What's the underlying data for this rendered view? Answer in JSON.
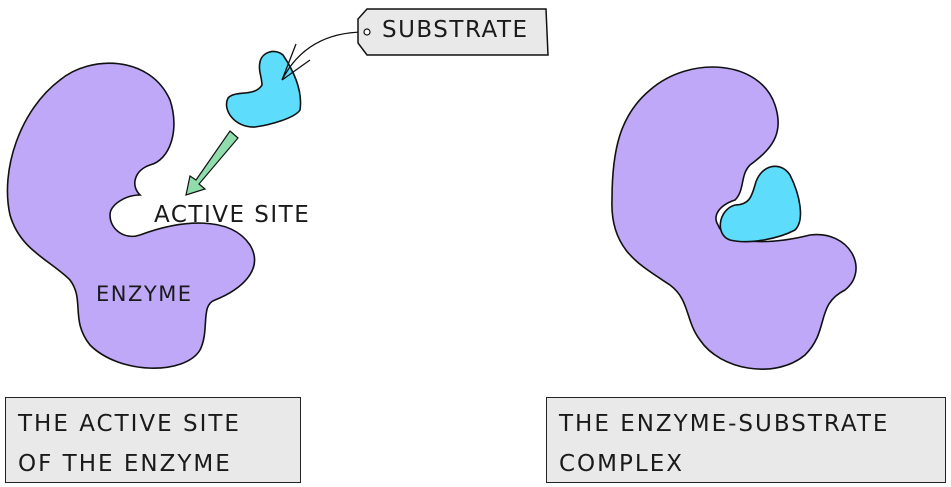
{
  "labels": {
    "substrate": "SUBSTRATE",
    "active_site": "ACTIVE SITE",
    "enzyme": "ENZYME"
  },
  "captions": {
    "left": [
      "THE ACTIVE SITE",
      "OF THE ENZYME"
    ],
    "right": [
      "THE ENZYME-SUBSTRATE",
      "COMPLEX"
    ]
  },
  "colors": {
    "enzyme": "#bfa8f7",
    "substrate": "#5edcfb",
    "arrow": "#8fdcac",
    "box": "#e9e9e9"
  }
}
